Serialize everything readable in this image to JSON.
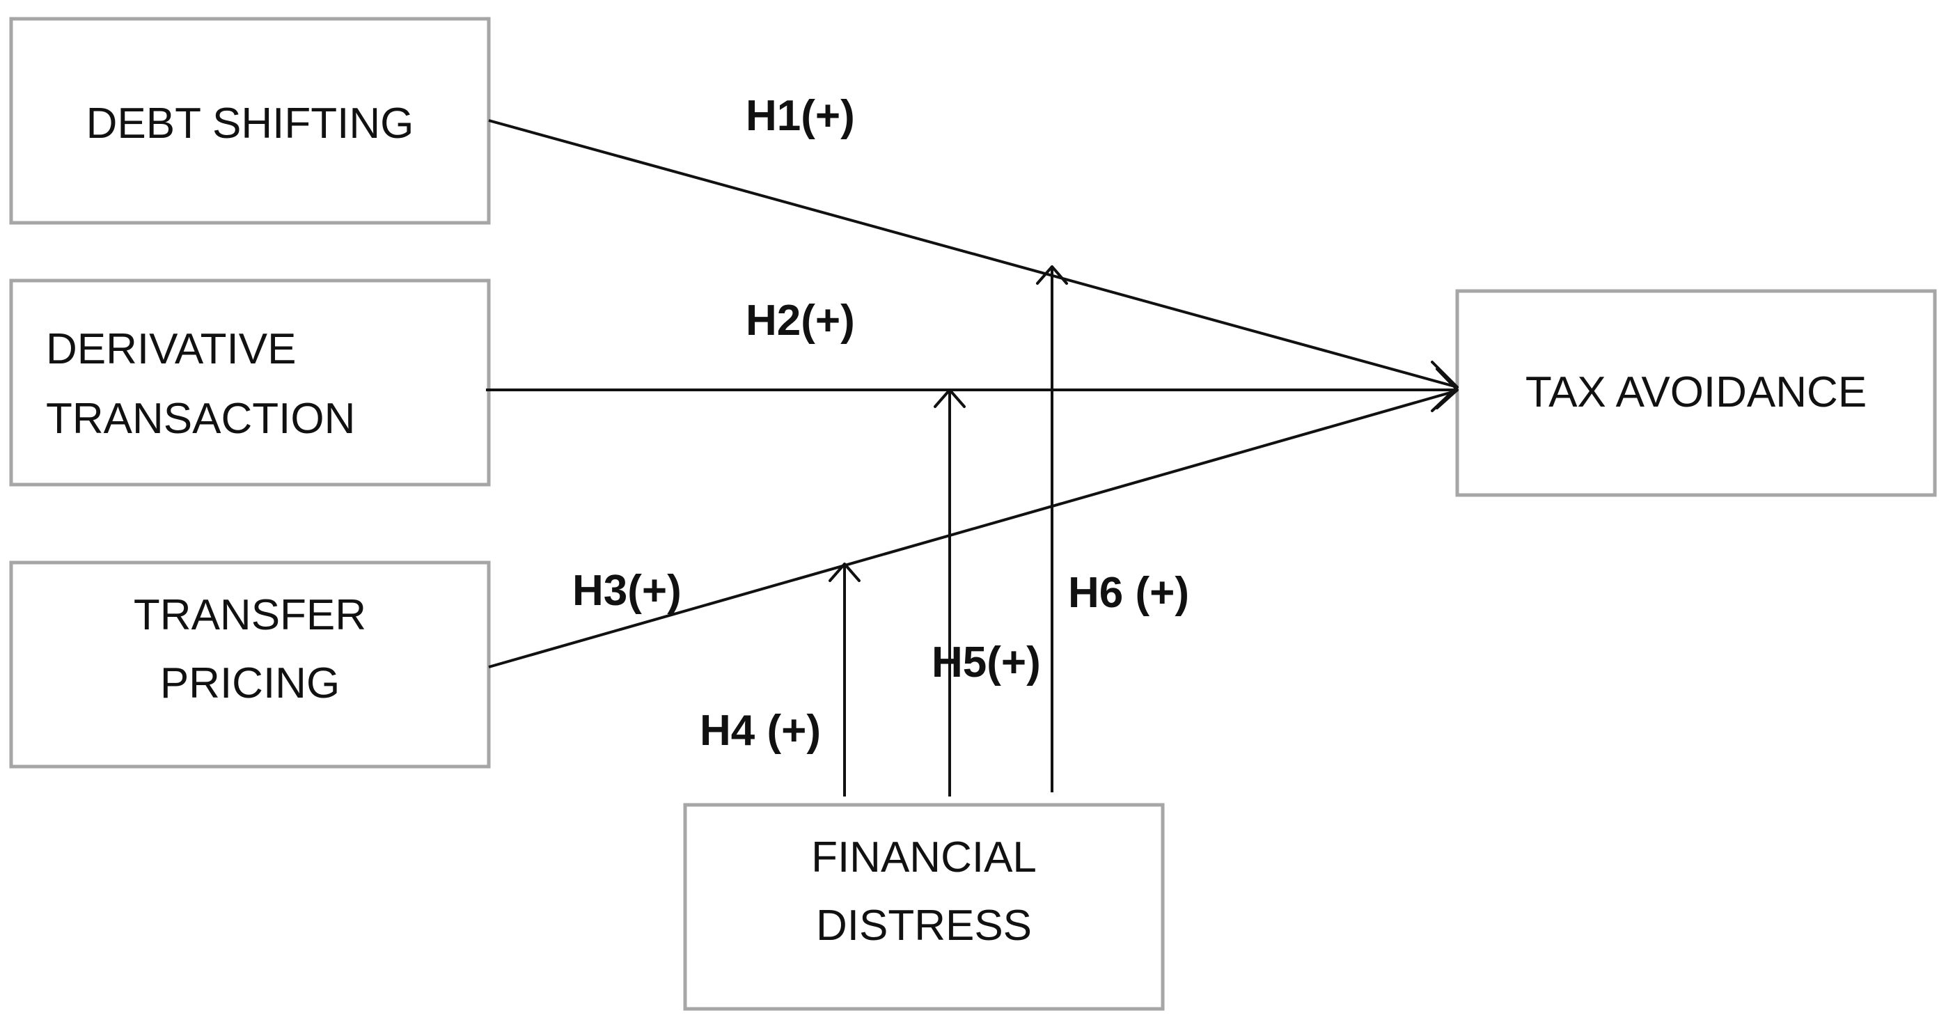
{
  "nodes": {
    "debt_shifting": {
      "lines": [
        "DEBT SHIFTING"
      ]
    },
    "derivative_transaction": {
      "lines": [
        "DERIVATIVE",
        "TRANSACTION"
      ]
    },
    "transfer_pricing": {
      "lines": [
        "TRANSFER",
        "PRICING"
      ]
    },
    "tax_avoidance": {
      "lines": [
        "TAX AVOIDANCE"
      ]
    },
    "financial_distress": {
      "lines": [
        "FINANCIAL",
        "DISTRESS"
      ]
    }
  },
  "edges": [
    {
      "from": "debt_shifting",
      "to": "tax_avoidance",
      "label": "H1(+)"
    },
    {
      "from": "derivative_transaction",
      "to": "tax_avoidance",
      "label": "H2(+)"
    },
    {
      "from": "transfer_pricing",
      "to": "tax_avoidance",
      "label": "H3(+)"
    },
    {
      "from": "financial_distress",
      "to": "transfer_pricing_path",
      "label": "H4 (+)"
    },
    {
      "from": "financial_distress",
      "to": "derivative_transaction_path",
      "label": "H5(+)"
    },
    {
      "from": "financial_distress",
      "to": "debt_shifting_path",
      "label": "H6 (+)"
    }
  ],
  "colors": {
    "box_border": "#a6a6a6",
    "line": "#111111",
    "text": "#111111",
    "background": "#ffffff"
  }
}
